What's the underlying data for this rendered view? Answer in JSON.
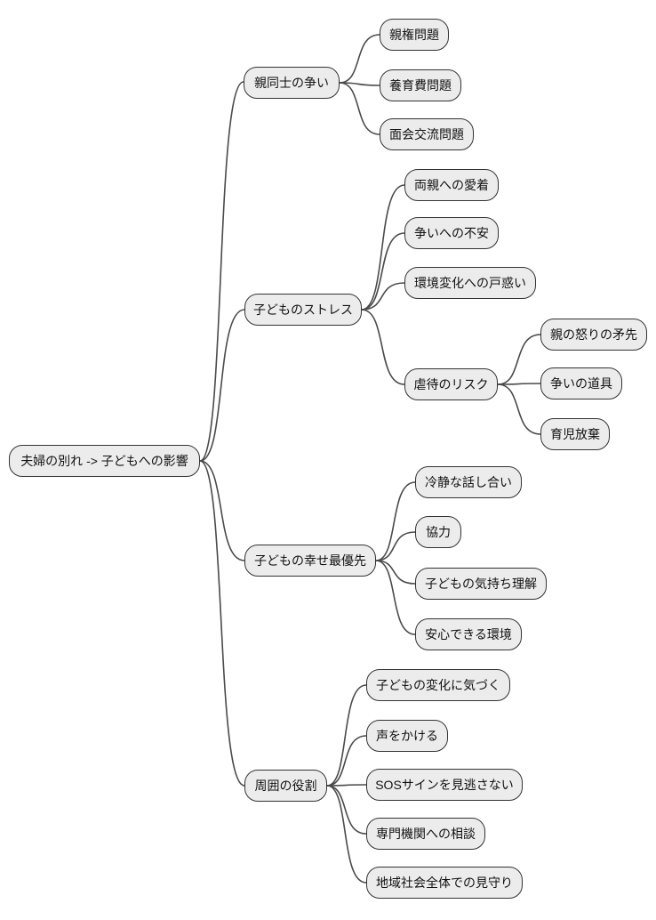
{
  "diagram": {
    "type": "mindmap",
    "root": {
      "label": "夫婦の別れ -> 子どもへの影響"
    },
    "branches": [
      {
        "label": "親同士の争い",
        "children": [
          {
            "label": "親権問題"
          },
          {
            "label": "養育費問題"
          },
          {
            "label": "面会交流問題"
          }
        ]
      },
      {
        "label": "子どものストレス",
        "children": [
          {
            "label": "両親への愛着"
          },
          {
            "label": "争いへの不安"
          },
          {
            "label": "環境変化への戸惑い"
          },
          {
            "label": "虐待のリスク",
            "children": [
              {
                "label": "親の怒りの矛先"
              },
              {
                "label": "争いの道具"
              },
              {
                "label": "育児放棄"
              }
            ]
          }
        ]
      },
      {
        "label": "子どもの幸せ最優先",
        "children": [
          {
            "label": "冷静な話し合い"
          },
          {
            "label": "協力"
          },
          {
            "label": "子どもの気持ち理解"
          },
          {
            "label": "安心できる環境"
          }
        ]
      },
      {
        "label": "周囲の役割",
        "children": [
          {
            "label": "子どもの変化に気づく"
          },
          {
            "label": "声をかける"
          },
          {
            "label": "SOSサインを見逃さない"
          },
          {
            "label": "専門機関への相談"
          },
          {
            "label": "地域社会全体での見守り"
          }
        ]
      }
    ],
    "colors": {
      "node_fill": "#ececec",
      "node_border": "#333333",
      "edge": "#4a4a4a",
      "text": "#111111",
      "background": "#ffffff"
    }
  }
}
